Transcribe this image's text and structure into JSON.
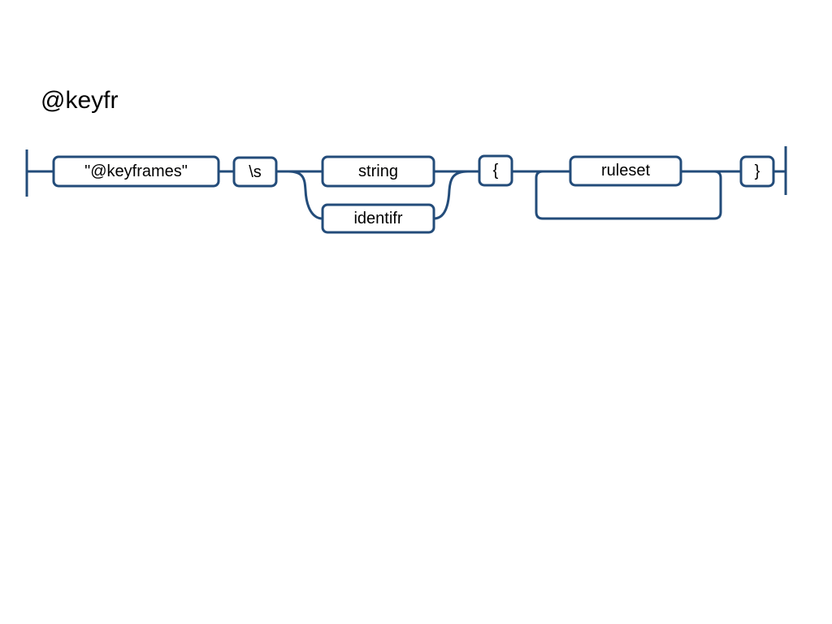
{
  "title": "@keyfr",
  "colors": {
    "line": "#234c7a",
    "text": "#000000",
    "background": "#ffffff"
  },
  "nodes": {
    "keyframes_literal": "\"@keyframes\"",
    "whitespace": "\\s",
    "string": "string",
    "identifier": "identifr",
    "open_brace": "{",
    "ruleset": "ruleset",
    "close_brace": "}"
  }
}
